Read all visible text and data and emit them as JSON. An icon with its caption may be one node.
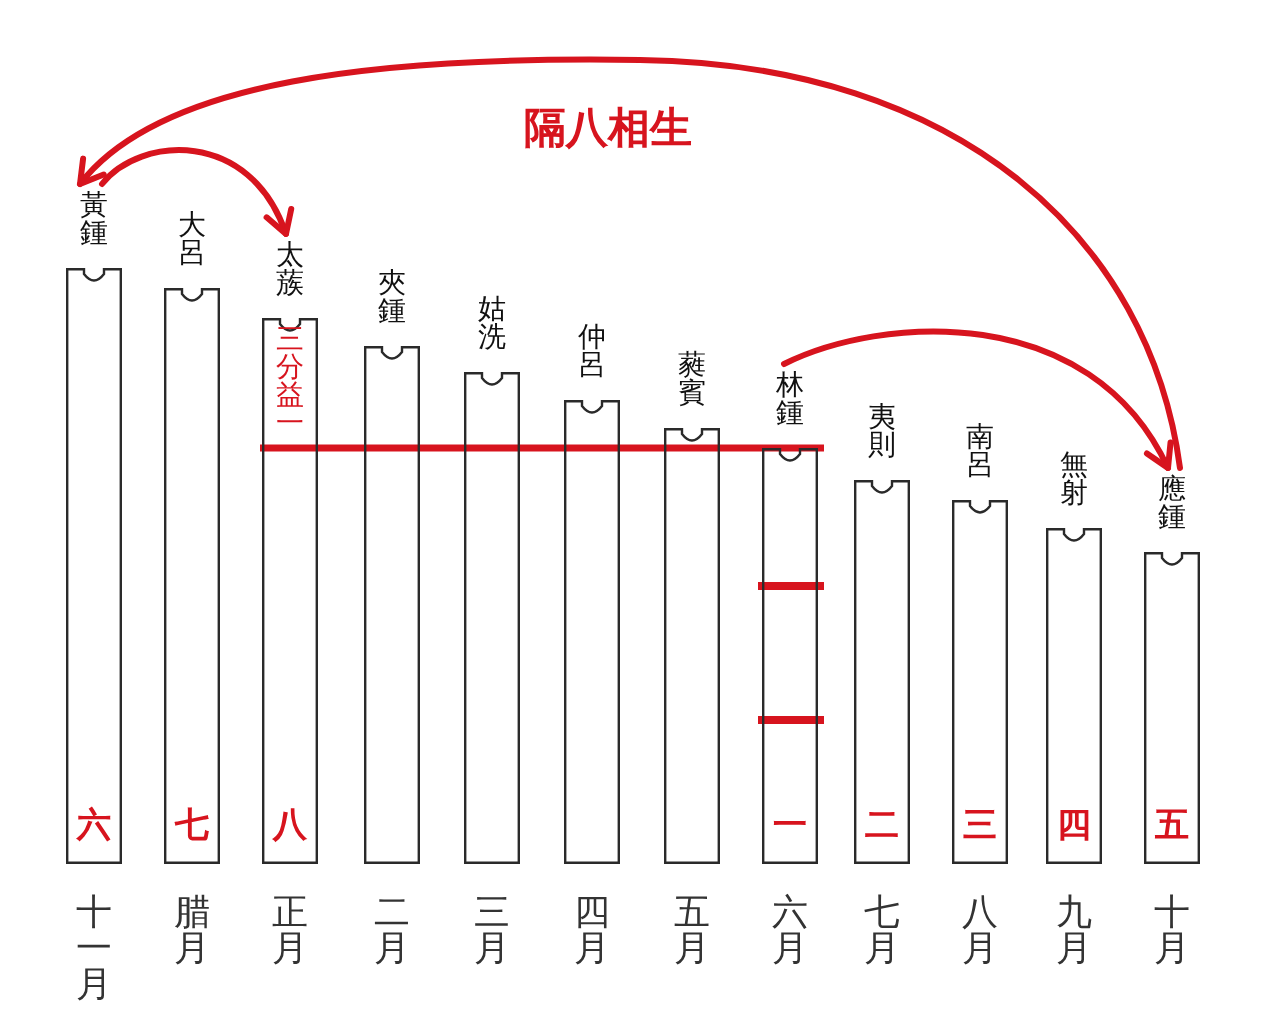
{
  "diagram": {
    "title": "隔八相生",
    "nodes": [
      {
        "text": [
          "黃鍾",
          "六"
        ],
        "beside": [
          "十一月"
        ]
      },
      {
        "text": [
          "大呂",
          "七"
        ],
        "beside": [
          "腊月"
        ]
      },
      {
        "text": [
          "太蔟",
          "三分益一",
          "八"
        ],
        "beside": [
          "正月"
        ]
      },
      {
        "text": [
          "夾鍾"
        ],
        "beside": [
          "二月"
        ]
      },
      {
        "text": [
          "姑洗"
        ],
        "beside": [
          "三月"
        ]
      },
      {
        "text": [
          "仲呂"
        ],
        "beside": [
          "四月"
        ]
      },
      {
        "text": [
          "蕤賓"
        ],
        "beside": [
          "五月"
        ]
      },
      {
        "text": [
          "林鍾",
          "一"
        ],
        "beside": [
          "六月"
        ]
      },
      {
        "text": [
          "夷則",
          "二"
        ],
        "beside": [
          "七月"
        ]
      },
      {
        "text": [
          "南呂",
          "三"
        ],
        "beside": [
          "八月"
        ]
      },
      {
        "text": [
          "無射",
          "四"
        ],
        "beside": [
          "九月"
        ]
      },
      {
        "text": [
          "應鍾",
          "五"
        ],
        "beside": [
          "十月"
        ]
      }
    ],
    "edges": [
      {
        "from": 7,
        "to": 11,
        "arrow": "to"
      },
      {
        "from": 11,
        "to": 0,
        "arrow": "to"
      },
      {
        "from": 0,
        "to": 2,
        "arrow": "to"
      }
    ]
  }
}
